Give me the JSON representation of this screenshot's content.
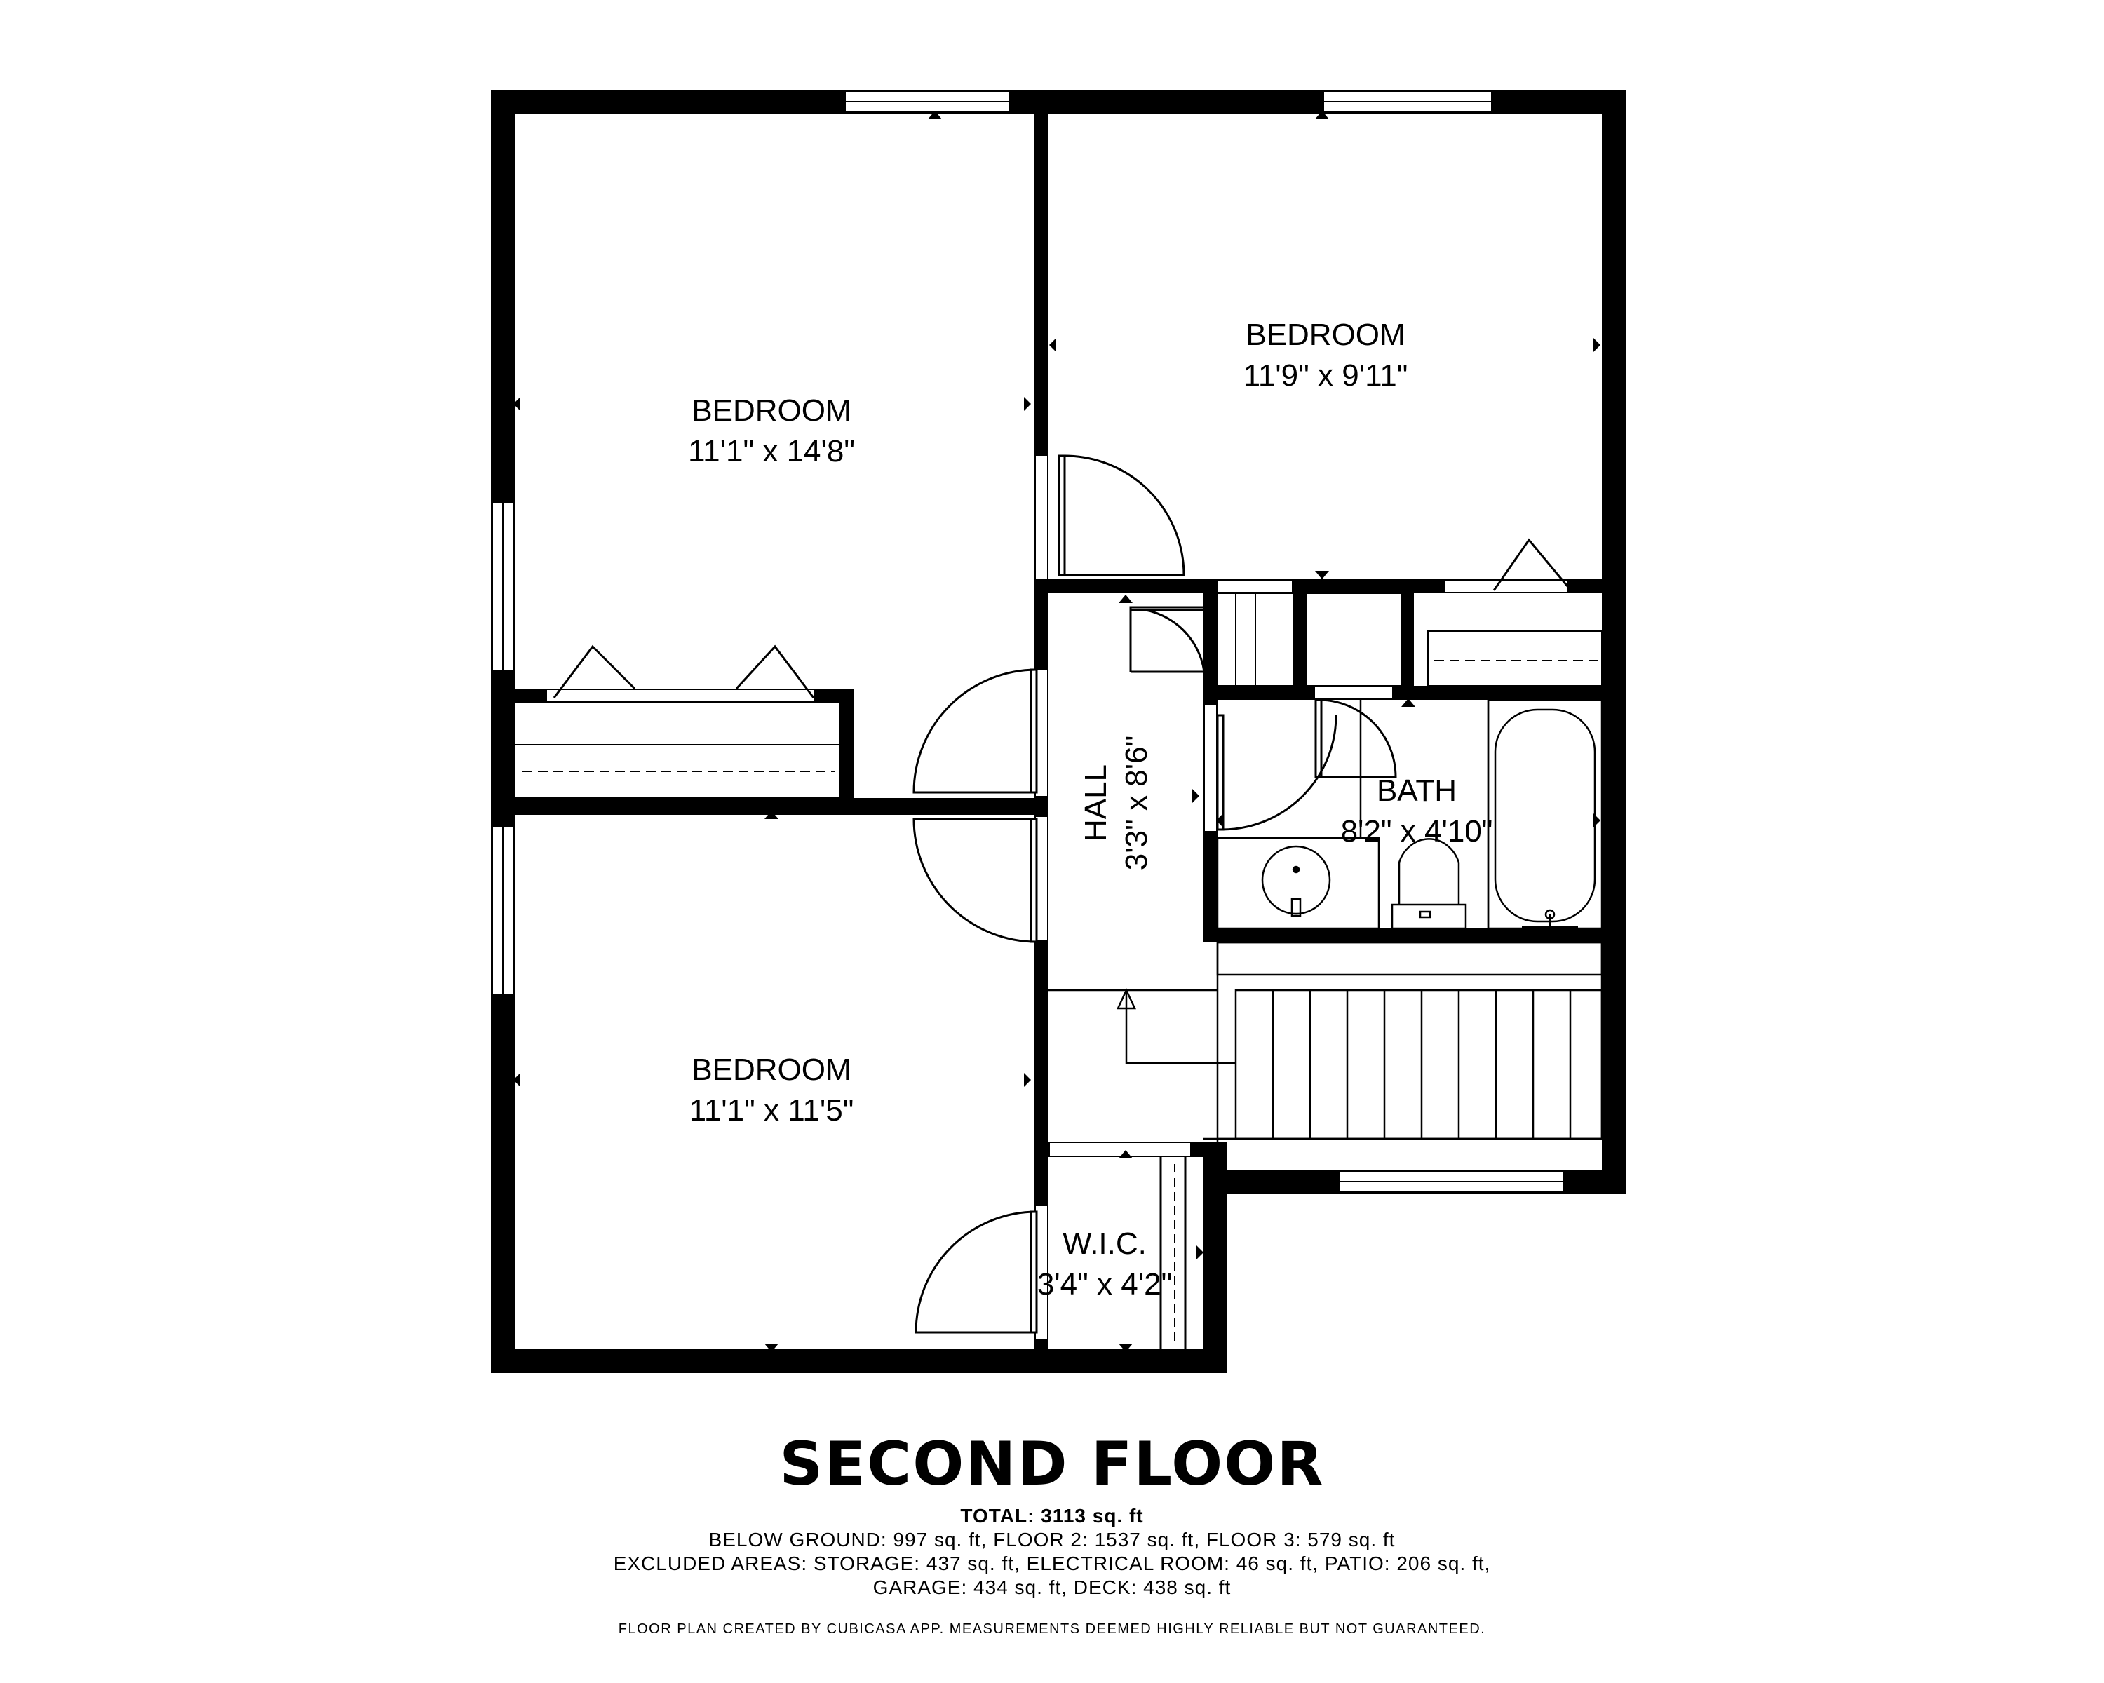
{
  "floor_title": "SECOND FLOOR",
  "totals": {
    "total_label": "TOTAL:",
    "total_value": "3113 sq. ft",
    "line1": "BELOW GROUND: 997 sq. ft, FLOOR 2: 1537 sq. ft, FLOOR 3: 579 sq. ft",
    "line2": "EXCLUDED AREAS: STORAGE: 437 sq. ft, ELECTRICAL ROOM: 46 sq. ft, PATIO: 206 sq. ft,",
    "line3": "GARAGE: 434 sq. ft, DECK: 438 sq. ft"
  },
  "credit": "FLOOR PLAN CREATED BY CUBICASA APP. MEASUREMENTS DEEMED HIGHLY RELIABLE BUT NOT GUARANTEED.",
  "rooms": {
    "bedroom_1": {
      "name": "BEDROOM",
      "dims": "11'1\" x 14'8\""
    },
    "bedroom_2": {
      "name": "BEDROOM",
      "dims": "11'9\" x 9'11\""
    },
    "bedroom_3": {
      "name": "BEDROOM",
      "dims": "11'1\" x 11'5\""
    },
    "hall": {
      "name": "HALL",
      "dims": "3'3\" x 8'6\""
    },
    "bath": {
      "name": "BATH",
      "dims": "8'2\" x 4'10\""
    },
    "wic": {
      "name": "W.I.C.",
      "dims": "3'4\" x 4'2\""
    }
  }
}
